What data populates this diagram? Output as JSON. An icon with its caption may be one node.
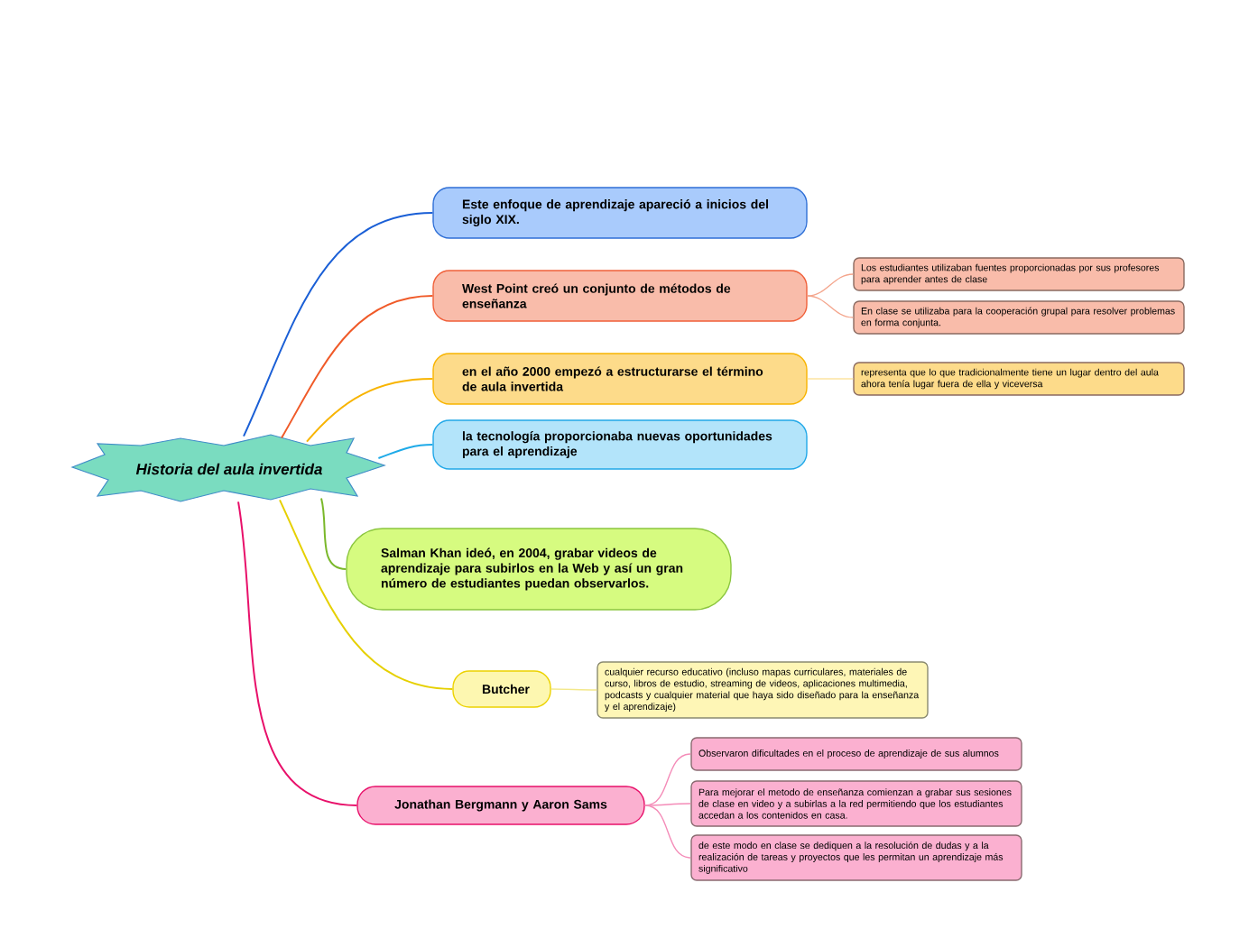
{
  "diagram": {
    "nodes": [
      {
        "text": [
          "Historia del aula invertida"
        ]
      },
      {
        "text": [
          "Este enfoque de aprendizaje apareció a inicios del siglo XIX."
        ]
      },
      {
        "text": [
          "West Point creó un conjunto de métodos de enseñanza"
        ]
      },
      {
        "text": [
          "Los estudiantes utilizaban fuentes proporcionadas por sus profesores para aprender antes de clase"
        ]
      },
      {
        "text": [
          "En clase se utilizaba para la cooperación grupal para resolver problemas en forma conjunta."
        ]
      },
      {
        "text": [
          "en el año 2000  empezó a estructurarse el término de aula invertida"
        ]
      },
      {
        "text": [
          "representa que lo que tradicionalmente tiene un lugar dentro del aula ahora tenía lugar fuera de ella y viceversa"
        ]
      },
      {
        "text": [
          "la tecnología proporcionaba nuevas oportunidades para el aprendizaje"
        ]
      },
      {
        "text": [
          "Salman Khan ideó, en 2004, grabar videos de aprendizaje para subirlos en la Web y así un gran número de estudiantes puedan observarlos."
        ]
      },
      {
        "text": [
          "Butcher"
        ]
      },
      {
        "text": [
          "cualquier recurso educativo (incluso mapas curriculares, materiales de curso, libros de estudio, streaming de videos, aplicaciones multimedia, podcasts y cualquier material que haya sido diseñado para la enseñanza y el aprendizaje)"
        ]
      },
      {
        "text": [
          "Jonathan Bergmann y Aaron Sams"
        ]
      },
      {
        "text": [
          "Observaron dificultades en el proceso de aprendizaje de sus alumnos"
        ]
      },
      {
        "text": [
          "Para mejorar el metodo de enseñanza comienzan a grabar sus sesiones de clase en video y a subirlas a la red permitiendo que los estudiantes accedan a los contenidos en casa."
        ]
      },
      {
        "text": [
          "de este modo en clase se dediquen a la resolución de dudas y a la realización de tareas y proyectos que les permitan un aprendizaje más significativo"
        ]
      }
    ],
    "edges": [
      {
        "from": 0,
        "to": 1,
        "arrow": "none",
        "color": "#1a5fd6"
      },
      {
        "from": 0,
        "to": 2,
        "arrow": "none",
        "color": "#f05a28"
      },
      {
        "from": 2,
        "to": 3,
        "arrow": "none",
        "color": "#f4a58c"
      },
      {
        "from": 2,
        "to": 4,
        "arrow": "none",
        "color": "#f4a58c"
      },
      {
        "from": 0,
        "to": 5,
        "arrow": "none",
        "color": "#f8b400"
      },
      {
        "from": 5,
        "to": 6,
        "arrow": "none",
        "color": "#fde3a0"
      },
      {
        "from": 0,
        "to": 7,
        "arrow": "none",
        "color": "#1eaae8"
      },
      {
        "from": 0,
        "to": 8,
        "arrow": "none",
        "color": "#7ab82a"
      },
      {
        "from": 0,
        "to": 9,
        "arrow": "none",
        "color": "#e6d000"
      },
      {
        "from": 9,
        "to": 10,
        "arrow": "none",
        "color": "#f3e88a"
      },
      {
        "from": 0,
        "to": 11,
        "arrow": "none",
        "color": "#e8106a"
      },
      {
        "from": 11,
        "to": 12,
        "arrow": "none",
        "color": "#f48cb8"
      },
      {
        "from": 11,
        "to": 13,
        "arrow": "none",
        "color": "#f48cb8"
      },
      {
        "from": 11,
        "to": 14,
        "arrow": "none",
        "color": "#f48cb8"
      }
    ]
  }
}
